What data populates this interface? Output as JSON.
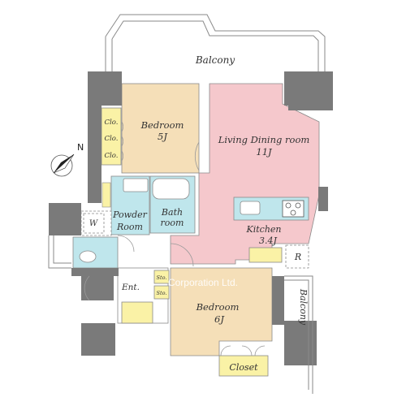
{
  "rooms": {
    "balcony_top": "Balcony",
    "bedroom1_name": "Bedroom",
    "bedroom1_size": "5J",
    "living_name": "Living Dining room",
    "living_size": "11J",
    "powder_line1": "Powder",
    "powder_line2": "Room",
    "bath_line1": "Bath",
    "bath_line2": "room",
    "kitchen_name": "Kitchen",
    "kitchen_size": "3.4J",
    "bedroom2_name": "Bedroom",
    "bedroom2_size": "6J",
    "entrance": "Ent.",
    "closet": "Closet",
    "balcony_side": "Balcony",
    "clo1": "Clo.",
    "clo2": "Clo.",
    "clo3": "Clo.",
    "washer": "W",
    "fridge": "R",
    "sto1": "Sto.",
    "sto2": "Sto."
  },
  "compass": {
    "label": "N"
  },
  "watermark": "Corporation Ltd.",
  "colors": {
    "wall": "#7a7a7a",
    "bedroom": "#f5dfb8",
    "living": "#f5c8cc",
    "wet_area": "#bfe6ec",
    "storage": "#faf2a6",
    "floor_misc": "#ffffff"
  }
}
